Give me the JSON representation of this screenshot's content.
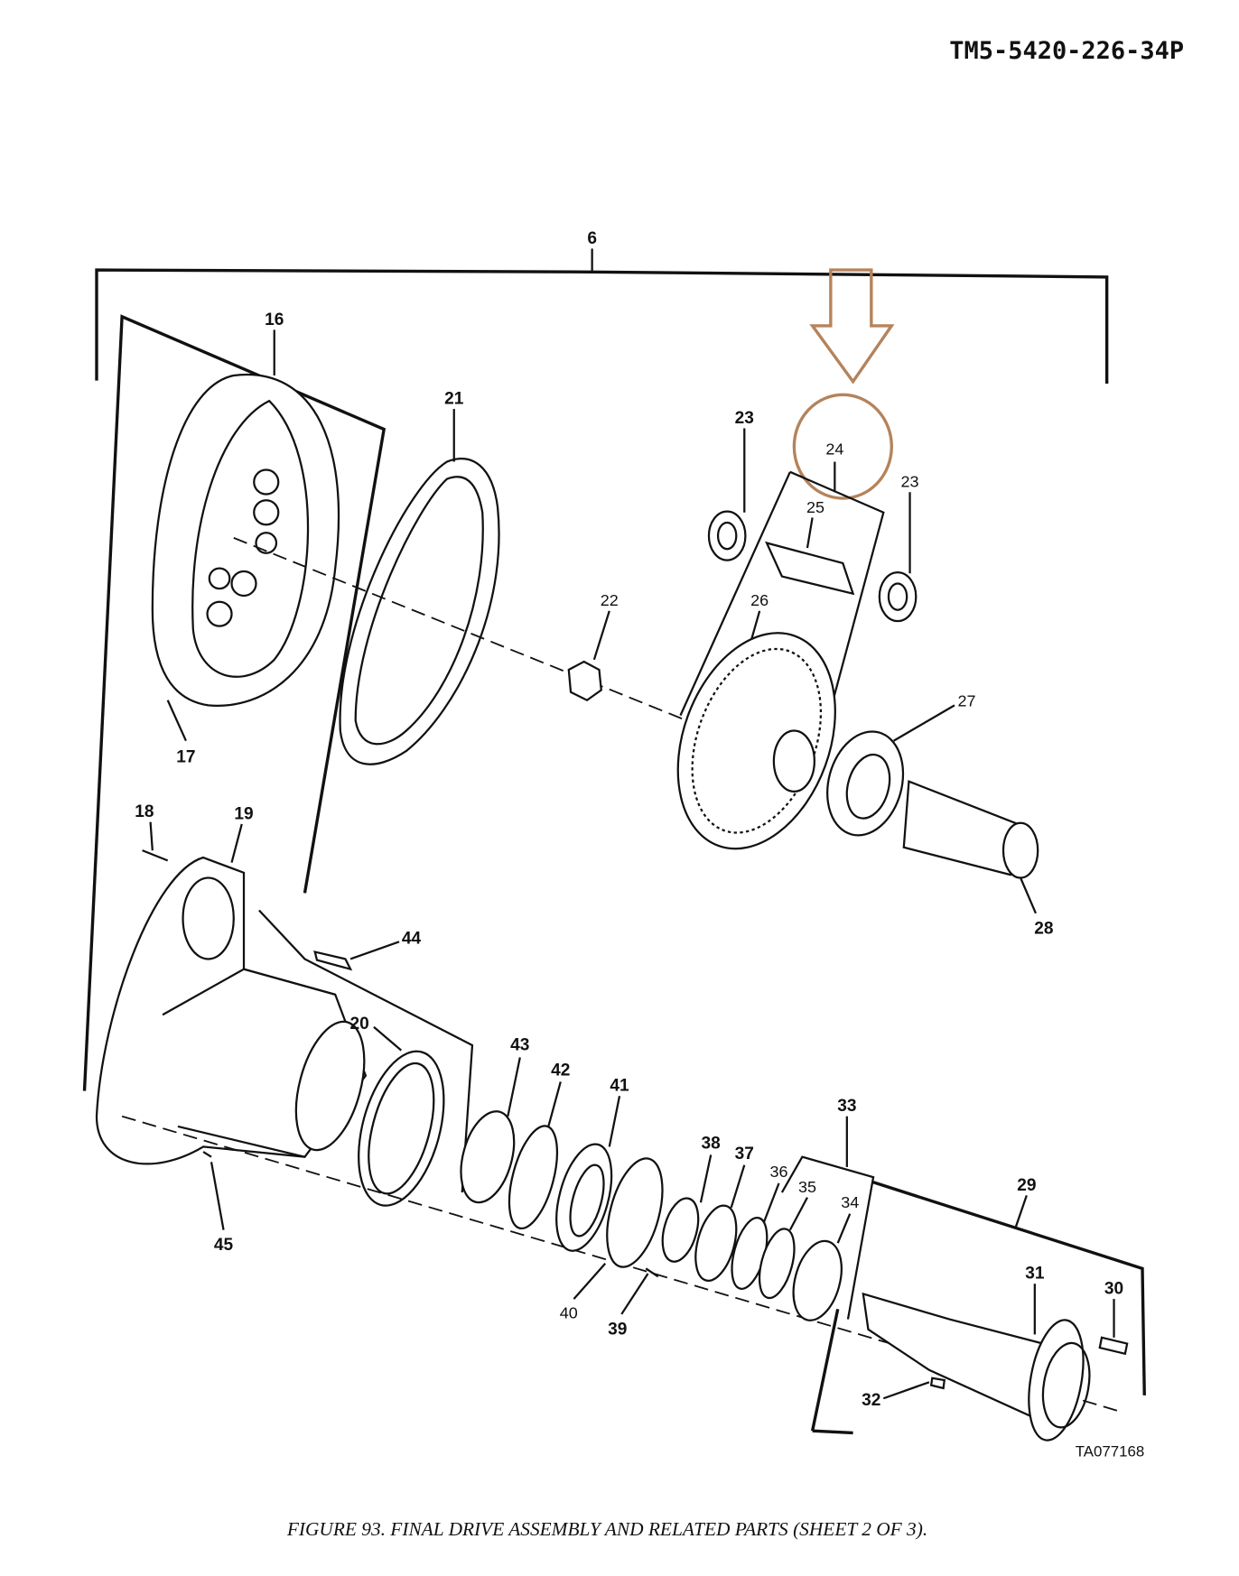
{
  "header": {
    "doc_number": "TM5-5420-226-34P"
  },
  "figure": {
    "caption": "FIGURE 93. FINAL DRIVE ASSEMBLY AND RELATED PARTS (SHEET 2 OF 3).",
    "tag": "TA077168",
    "highlight_color": "#b5835a",
    "highlighted_item": "24"
  },
  "callouts": {
    "c6": "6",
    "c16": "16",
    "c17": "17",
    "c18": "18",
    "c19": "19",
    "c20": "20",
    "c21": "21",
    "c22": "22",
    "c23a": "23",
    "c23b": "23",
    "c24": "24",
    "c25": "25",
    "c26": "26",
    "c27": "27",
    "c28": "28",
    "c29": "29",
    "c30": "30",
    "c31": "31",
    "c32": "32",
    "c33": "33",
    "c34": "34",
    "c35": "35",
    "c36": "36",
    "c37": "37",
    "c38": "38",
    "c39": "39",
    "c40": "40",
    "c41": "41",
    "c42": "42",
    "c43": "43",
    "c44": "44",
    "c45": "45"
  }
}
